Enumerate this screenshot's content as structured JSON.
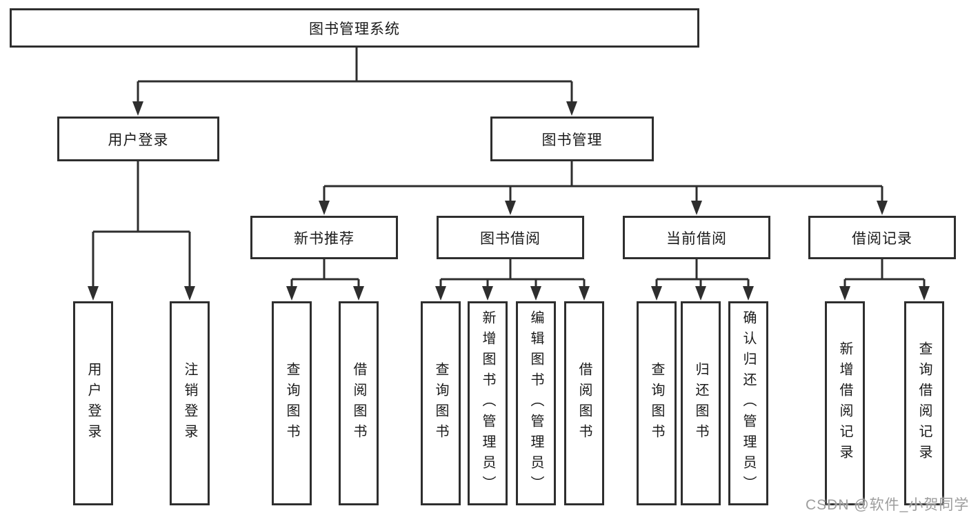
{
  "title": "图书管理系统",
  "watermark": "CSDN @软件_小贺同学",
  "colors": {
    "line": "#2e2e2e",
    "box_border": "#2e2e2e",
    "box_fill": "#ffffff",
    "text": "#1a1a1a",
    "watermark": "#9d9d9d"
  },
  "tree": {
    "root": "图书管理系统",
    "branches": {
      "user_login": {
        "label": "用户登录",
        "children": [
          "用户登录",
          "注销登录"
        ]
      },
      "book_management": {
        "label": "图书管理",
        "sections": {
          "new_book": {
            "label": "新书推荐",
            "children": [
              "查询图书",
              "借阅图书"
            ]
          },
          "book_borrow": {
            "label": "图书借阅",
            "children": [
              "查询图书",
              "新增图书（管理员）",
              "编辑图书（管理员）",
              "借阅图书"
            ]
          },
          "current_borrow": {
            "label": "当前借阅",
            "children": [
              "查询图书",
              "归还图书",
              "确认归还（管理员）"
            ]
          },
          "borrow_record": {
            "label": "借阅记录",
            "children": [
              "新增借阅记录",
              "查询借阅记录"
            ]
          }
        }
      }
    }
  }
}
